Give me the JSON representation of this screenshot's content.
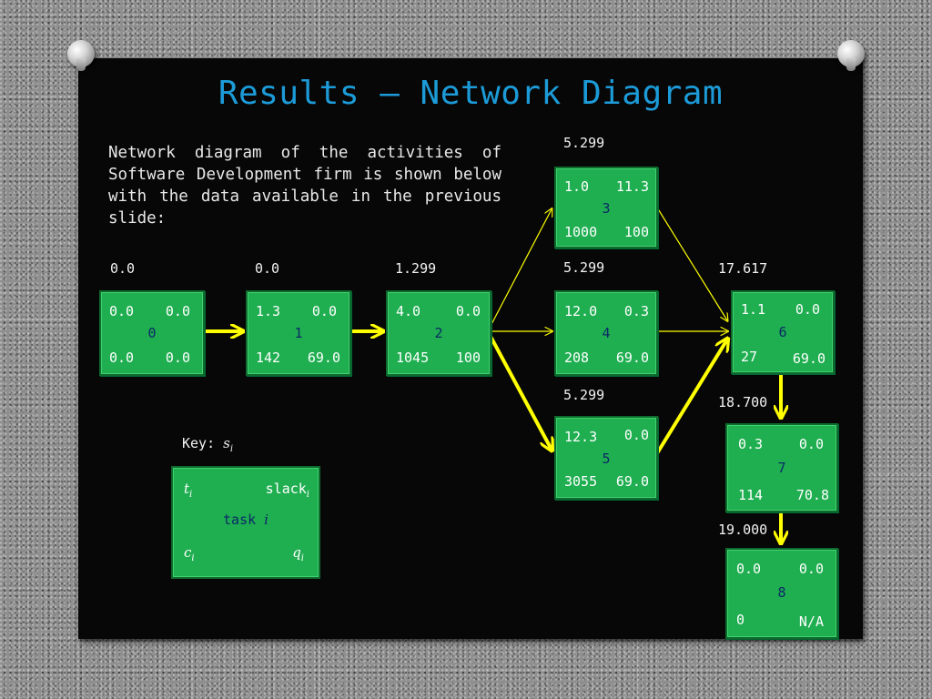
{
  "slide": {
    "title": "Results – Network Diagram",
    "intro": "Network diagram of the activities of Software Development firm is shown below with the data available in the previous slide:"
  },
  "nodes": [
    {
      "id": "0",
      "tl": "0.0",
      "tr": "0.0",
      "bl": "0.0",
      "br": "0.0",
      "start": "0.0"
    },
    {
      "id": "1",
      "tl": "1.3",
      "tr": "0.0",
      "bl": "142",
      "br": "69.0",
      "start": "0.0"
    },
    {
      "id": "2",
      "tl": "4.0",
      "tr": "0.0",
      "bl": "1045",
      "br": "100",
      "start": "1.299"
    },
    {
      "id": "3",
      "tl": "1.0",
      "tr": "11.3",
      "bl": "1000",
      "br": "100",
      "start": "5.299"
    },
    {
      "id": "4",
      "tl": "12.0",
      "tr": "0.3",
      "bl": "208",
      "br": "69.0",
      "start": "5.299"
    },
    {
      "id": "5",
      "tl": "12.3",
      "tr": "0.0",
      "bl": "3055",
      "br": "69.0",
      "start": "5.299"
    },
    {
      "id": "6",
      "tl": "1.1",
      "tr": "0.0",
      "bl": "27",
      "br": "69.0",
      "start": "17.617"
    },
    {
      "id": "7",
      "tl": "0.3",
      "tr": "0.0",
      "bl": "114",
      "br": "70.8",
      "start": "18.700"
    },
    {
      "id": "8",
      "tl": "0.0",
      "tr": "0.0",
      "bl": "0",
      "br": "N/A",
      "start": "19.000"
    }
  ],
  "edges": [
    {
      "from": "0",
      "to": "1",
      "critical": true
    },
    {
      "from": "1",
      "to": "2",
      "critical": true
    },
    {
      "from": "2",
      "to": "3",
      "critical": false
    },
    {
      "from": "2",
      "to": "4",
      "critical": false
    },
    {
      "from": "2",
      "to": "5",
      "critical": true
    },
    {
      "from": "3",
      "to": "6",
      "critical": false
    },
    {
      "from": "4",
      "to": "6",
      "critical": false
    },
    {
      "from": "5",
      "to": "6",
      "critical": true
    },
    {
      "from": "6",
      "to": "7",
      "critical": true
    },
    {
      "from": "7",
      "to": "8",
      "critical": true
    }
  ],
  "key": {
    "label": "Key:",
    "s": "s",
    "s_sub": "i",
    "t": "t",
    "t_sub": "i",
    "slack": "slack",
    "slack_sub": "i",
    "task": "task",
    "task_var": "i",
    "c": "c",
    "c_sub": "i",
    "q": "q",
    "q_sub": "i"
  },
  "colors": {
    "title": "#1c9bd8",
    "node_fill": "#1fae50",
    "node_id": "#0b2a66",
    "arrow": "#ffff00",
    "board": "#070707"
  }
}
